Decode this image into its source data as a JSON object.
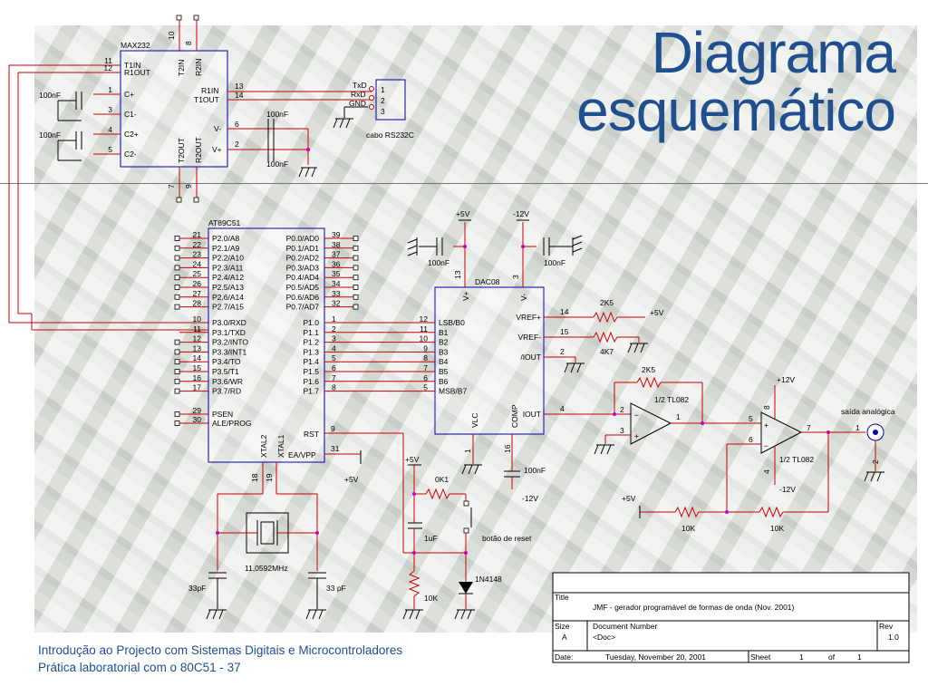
{
  "slide": {
    "title_line1": "Diagrama",
    "title_line2": "esquemático",
    "footer_line1": "Introdução ao Projecto com Sistemas Digitais e Microcontroladores",
    "footer_line2": "Prática laboratorial com o 80C51 - 37"
  },
  "max232": {
    "name": "MAX232",
    "pins_left": [
      "11",
      "12",
      "1",
      "3",
      "4",
      "5"
    ],
    "labels_left": [
      "T1IN",
      "R1OUT",
      "C+",
      "C1-",
      "C2+",
      "C2-"
    ],
    "top_pins": [
      "10",
      "8"
    ],
    "top_labels": [
      "T2IN",
      "R2IN"
    ],
    "bot_pins": [
      "7",
      "9"
    ],
    "bot_labels": [
      "T2OUT",
      "R2OUT"
    ],
    "right_pins": [
      "13",
      "14",
      "6",
      "2"
    ],
    "right_labels": [
      "R1IN",
      "T1OUT",
      "V-",
      "V+"
    ],
    "caps": [
      "100nF",
      "100nF",
      "100nF",
      "100nF"
    ]
  },
  "rs232": {
    "lines": [
      "TxD",
      "RxD",
      "GND"
    ],
    "pins": [
      "1",
      "2",
      "3"
    ],
    "label": "cabo RS232C"
  },
  "mcu": {
    "name": "AT89C51",
    "p2_pins": [
      "21",
      "22",
      "23",
      "24",
      "25",
      "26",
      "27",
      "28"
    ],
    "p2_labels": [
      "P2.0/A8",
      "P2.1/A9",
      "P2.2/A10",
      "P2.3/A11",
      "P2.4/A12",
      "P2.5/A13",
      "P2.6/A14",
      "P2.7/A15"
    ],
    "p0_pins": [
      "39",
      "38",
      "37",
      "36",
      "35",
      "34",
      "33",
      "32"
    ],
    "p0_labels": [
      "P0.0/AD0",
      "P0.1/AD1",
      "P0.2/AD2",
      "P0.3/AD3",
      "P0.4/AD4",
      "P0.5/AD5",
      "P0.6/AD6",
      "P0.7/AD7"
    ],
    "p3_pins": [
      "10",
      "11",
      "12",
      "13",
      "14",
      "15",
      "16",
      "17"
    ],
    "p3_labels": [
      "P3.0/RXD",
      "P3.1/TXD",
      "P3.2/INTO",
      "P3.3/INT1",
      "P3.4/TO",
      "P3.5/T1",
      "P3.6/WR",
      "P3.7/RD"
    ],
    "p1_pins": [
      "1",
      "2",
      "3",
      "4",
      "5",
      "6",
      "7",
      "8"
    ],
    "p1_labels": [
      "P1.0",
      "P1.1",
      "P1.2",
      "P1.3",
      "P1.4",
      "P1.5",
      "P1.6",
      "P1.7"
    ],
    "ctl_pins": [
      "29",
      "30"
    ],
    "ctl_labels": [
      "PSEN",
      "ALE/PROG"
    ],
    "rst_pin": "9",
    "rst_label": "RST",
    "ea_pin": "31",
    "ea_label": "EA/VPP",
    "xtal_pins": [
      "18",
      "19"
    ],
    "xtal_labels": [
      "XTAL2",
      "XTAL1"
    ]
  },
  "dac": {
    "name": "DAC08",
    "in_pins": [
      "12",
      "11",
      "10",
      "9",
      "8",
      "7",
      "6",
      "5"
    ],
    "in_labels": [
      "LSB/B0",
      "B1",
      "B2",
      "B3",
      "B4",
      "B5",
      "B6",
      "MSB/B7"
    ],
    "vplus_pin": "13",
    "vplus_label": "V+",
    "vminus_pin": "3",
    "vminus_label": "V-",
    "vlc_pin": "1",
    "vlc_label": "VLC",
    "comp_pin": "16",
    "comp_label": "COMP",
    "right_pins": [
      "14",
      "15",
      "2",
      "4"
    ],
    "right_labels": [
      "VREF+",
      "VREF-",
      "/IOUT",
      "IOUT"
    ]
  },
  "power": {
    "p5": "+5V",
    "m12": "-12V",
    "p12": "+12V"
  },
  "parts": {
    "c_dac1": "100nF",
    "c_dac2": "100nF",
    "c_comp": "100nF",
    "r_2k5a": "2K5",
    "r_4k7": "4K7",
    "r_2k5b": "2K5",
    "r_0k1": "0K1",
    "c_1uf": "1uF",
    "reset": "botão de reset",
    "r_10k_rst": "10K",
    "diode": "1N4148",
    "xtal": "11,0592MHz",
    "c33a": "33pF",
    "c33b": "33 pF",
    "r_10k_a": "10K",
    "r_10k_b": "10K",
    "op1": "1/2 TL082",
    "op2": "1/2 TL082",
    "out": "saída analógica"
  },
  "opamps": {
    "op1_pins": [
      "2",
      "3",
      "1"
    ],
    "op2_pins": [
      "5",
      "6",
      "7",
      "8",
      "4"
    ],
    "out_pins": [
      "1",
      "2"
    ]
  },
  "title_block": {
    "title_label": "Title",
    "title": "JMF - gerador programável de formas de onda (Nov. 2001)",
    "size_label": "Size",
    "size": "A",
    "docnum_label": "Document Number",
    "docnum": "<Doc>",
    "rev_label": "Rev",
    "rev": "1.0",
    "date_label": "Date:",
    "date": "Tuesday, November 20, 2001",
    "sheet_label": "Sheet",
    "sheet": "1",
    "of_label": "of",
    "of": "1"
  }
}
